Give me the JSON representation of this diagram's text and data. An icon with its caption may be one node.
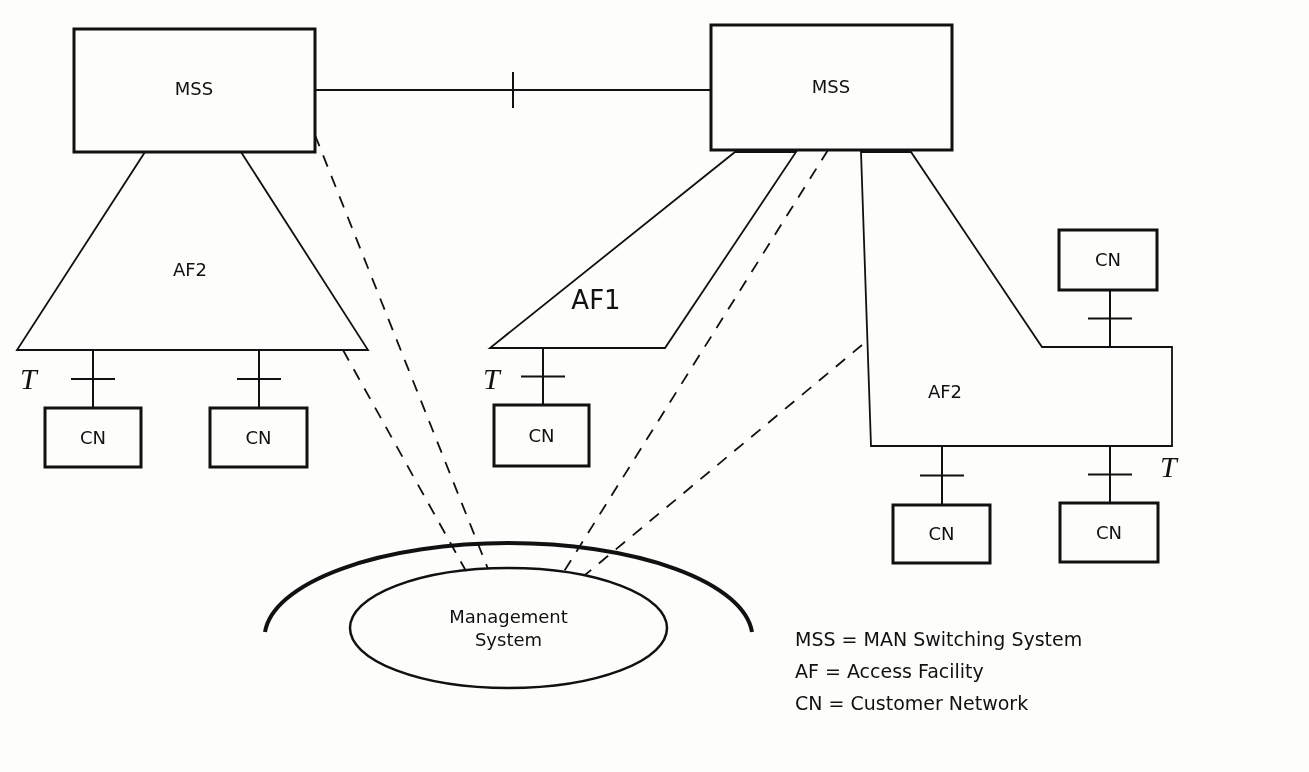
{
  "diagram": {
    "nodes": [
      {
        "text": [
          "MSS"
        ]
      },
      {
        "text": [
          "MSS"
        ]
      },
      {
        "text": [
          "AF2"
        ]
      },
      {
        "text": [
          "AF1"
        ]
      },
      {
        "text": [
          "AF2"
        ]
      },
      {
        "text": [
          "CN"
        ]
      },
      {
        "text": [
          "CN"
        ]
      },
      {
        "text": [
          "CN"
        ]
      },
      {
        "text": [
          "CN"
        ]
      },
      {
        "text": [
          "CN"
        ]
      },
      {
        "text": [
          "CN"
        ]
      },
      {
        "text": [
          "Management System"
        ]
      }
    ],
    "edges": [
      {
        "from": 0,
        "to": 1,
        "arrow": "none"
      },
      {
        "from": 2,
        "to": 6,
        "arrow": "none"
      },
      {
        "from": 2,
        "to": 7,
        "arrow": "none"
      },
      {
        "from": 3,
        "to": 8,
        "arrow": "none"
      },
      {
        "from": 4,
        "to": 5,
        "arrow": "none"
      },
      {
        "from": 4,
        "to": 9,
        "arrow": "none"
      },
      {
        "from": 4,
        "to": 10,
        "arrow": "none"
      },
      {
        "from": 0,
        "to": 11,
        "arrow": "none",
        "style": "dashed"
      },
      {
        "from": 2,
        "to": 11,
        "arrow": "none",
        "style": "dashed"
      },
      {
        "from": 1,
        "to": 11,
        "arrow": "none",
        "style": "dashed"
      },
      {
        "from": 4,
        "to": 11,
        "arrow": "none",
        "style": "dashed"
      }
    ],
    "labels": [
      "T",
      "T",
      "T",
      "MSS = MAN Switching System",
      "AF = Access Facility",
      "CN = Customer Network"
    ]
  }
}
